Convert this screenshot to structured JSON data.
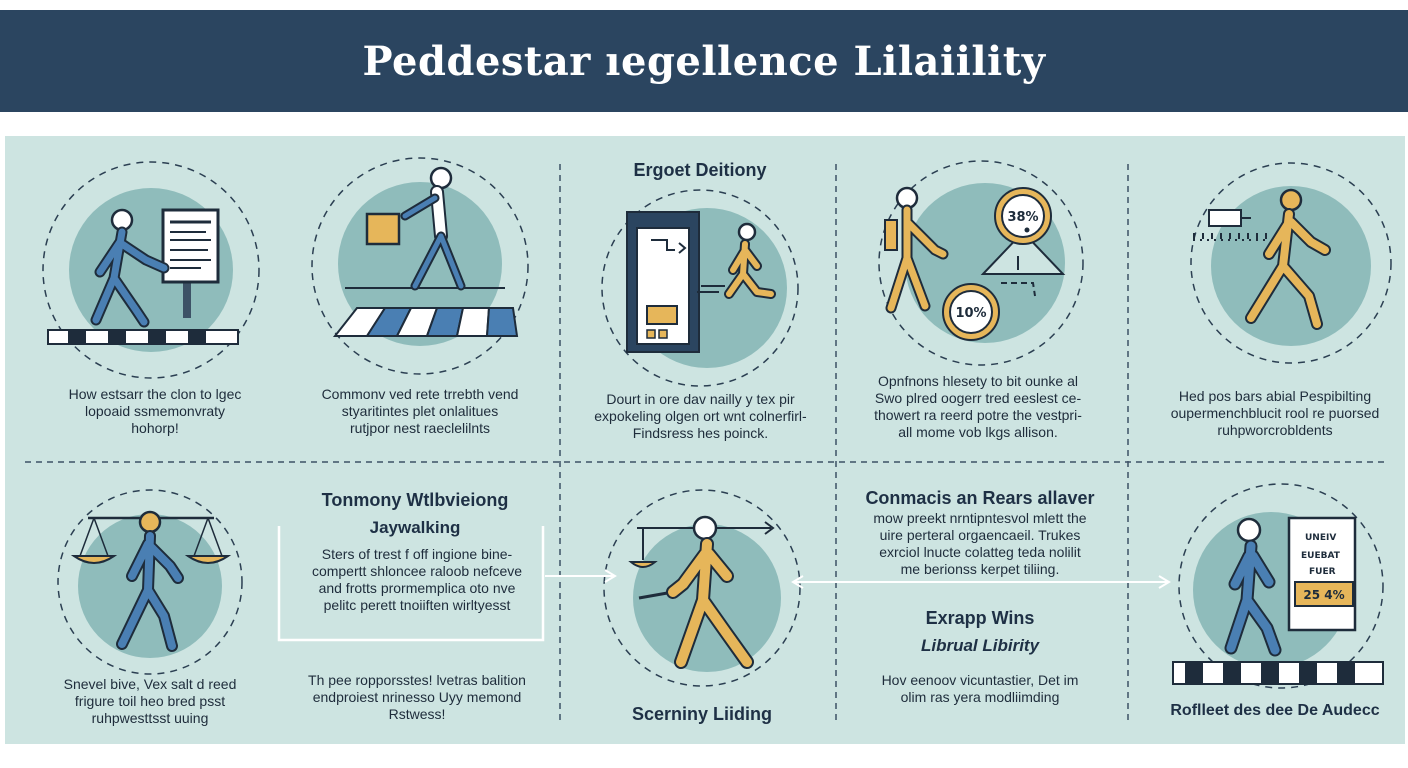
{
  "header": {
    "title": "Peddestar ıegellence Lilaiility"
  },
  "colors": {
    "header_bg": "#2b4560",
    "panel_bg": "#cde4e1",
    "circle_fill": "#8fbcbb",
    "figure_blue": "#4a7fb3",
    "figure_yellow": "#e6b65a",
    "ink": "#1e2c3b"
  },
  "top_row": [
    {
      "icon": "pedestrian-sign-icon",
      "text": "How estsarr the clon to lgec\nlopoaid ssmemonvraty\nhohorp!"
    },
    {
      "icon": "walking-bag-crosswalk-icon",
      "text": "Commonv ved rete trrebth vend\nstyaritintes plet onlalitues\nrutjpor nest raeclelilnts"
    },
    {
      "icon": "door-exit-icon",
      "title": "Ergoet Deitiony",
      "text": "Dourt in ore dav nailly y tex pir\nexpokeling olgen ort wnt colnerfirl-\nFindsress hes poinck."
    },
    {
      "icon": "percent-badges-icon",
      "badge_top": "38%",
      "badge_bottom": "10%",
      "text": "Opnfnons hlesety to bit ounke al\nSwo plred oogerr tred eeslest ce-\nthowert ra reerd potre the vestpri-\nall mome vob lkgs allison."
    },
    {
      "icon": "walking-pedestrian-icon",
      "text": "Hed pos bars abial Pespibilting\noupermenchblucit rool re puorsed\nruhpworcrobldents"
    }
  ],
  "bottom_row": [
    {
      "icon": "scales-justice-icon",
      "text": "Snevel bive, Vex salt d reed\nfrigure toil heo bred psst\nruhpwesttsst uuing"
    },
    {
      "title": "Tonmony Wtlbvieiong",
      "subtitle": "Jaywalking",
      "text": "Sters of trest f off ingione bine-\ncompertt shloncee raloob nefceve\nand frotts prormemplica oto nve\npelitc perett tnoiiften wirltyesst",
      "footer": "Th pee ropporsstes! lvetras balition\nendproiest nrinesso Uyy memond\nRstwess!"
    },
    {
      "icon": "walking-scales-icon",
      "caption": "Scerniny Liiding"
    },
    {
      "title": "Conmacis an Rears allaver",
      "text": "mow preekt nrntipntesvol mlett the\nuire perteral orgaencaeil. Trukes\nexrciol lnucte colatteg teda nolilit\nme berionss kerpet tiliing.",
      "title2": "Exrapp Wins",
      "subtitle2": "Librual Libirity",
      "footer": "Hov eenoov vicuntastier, Det im\nolim ras yera modliimding"
    },
    {
      "icon": "crosswalk-notice-icon",
      "board_l1": "UNEIV",
      "board_l2": "EUEBAT",
      "board_l3": "FUER",
      "board_pct": "25 4%",
      "caption": "Roflleet des dee De Audecc"
    }
  ]
}
